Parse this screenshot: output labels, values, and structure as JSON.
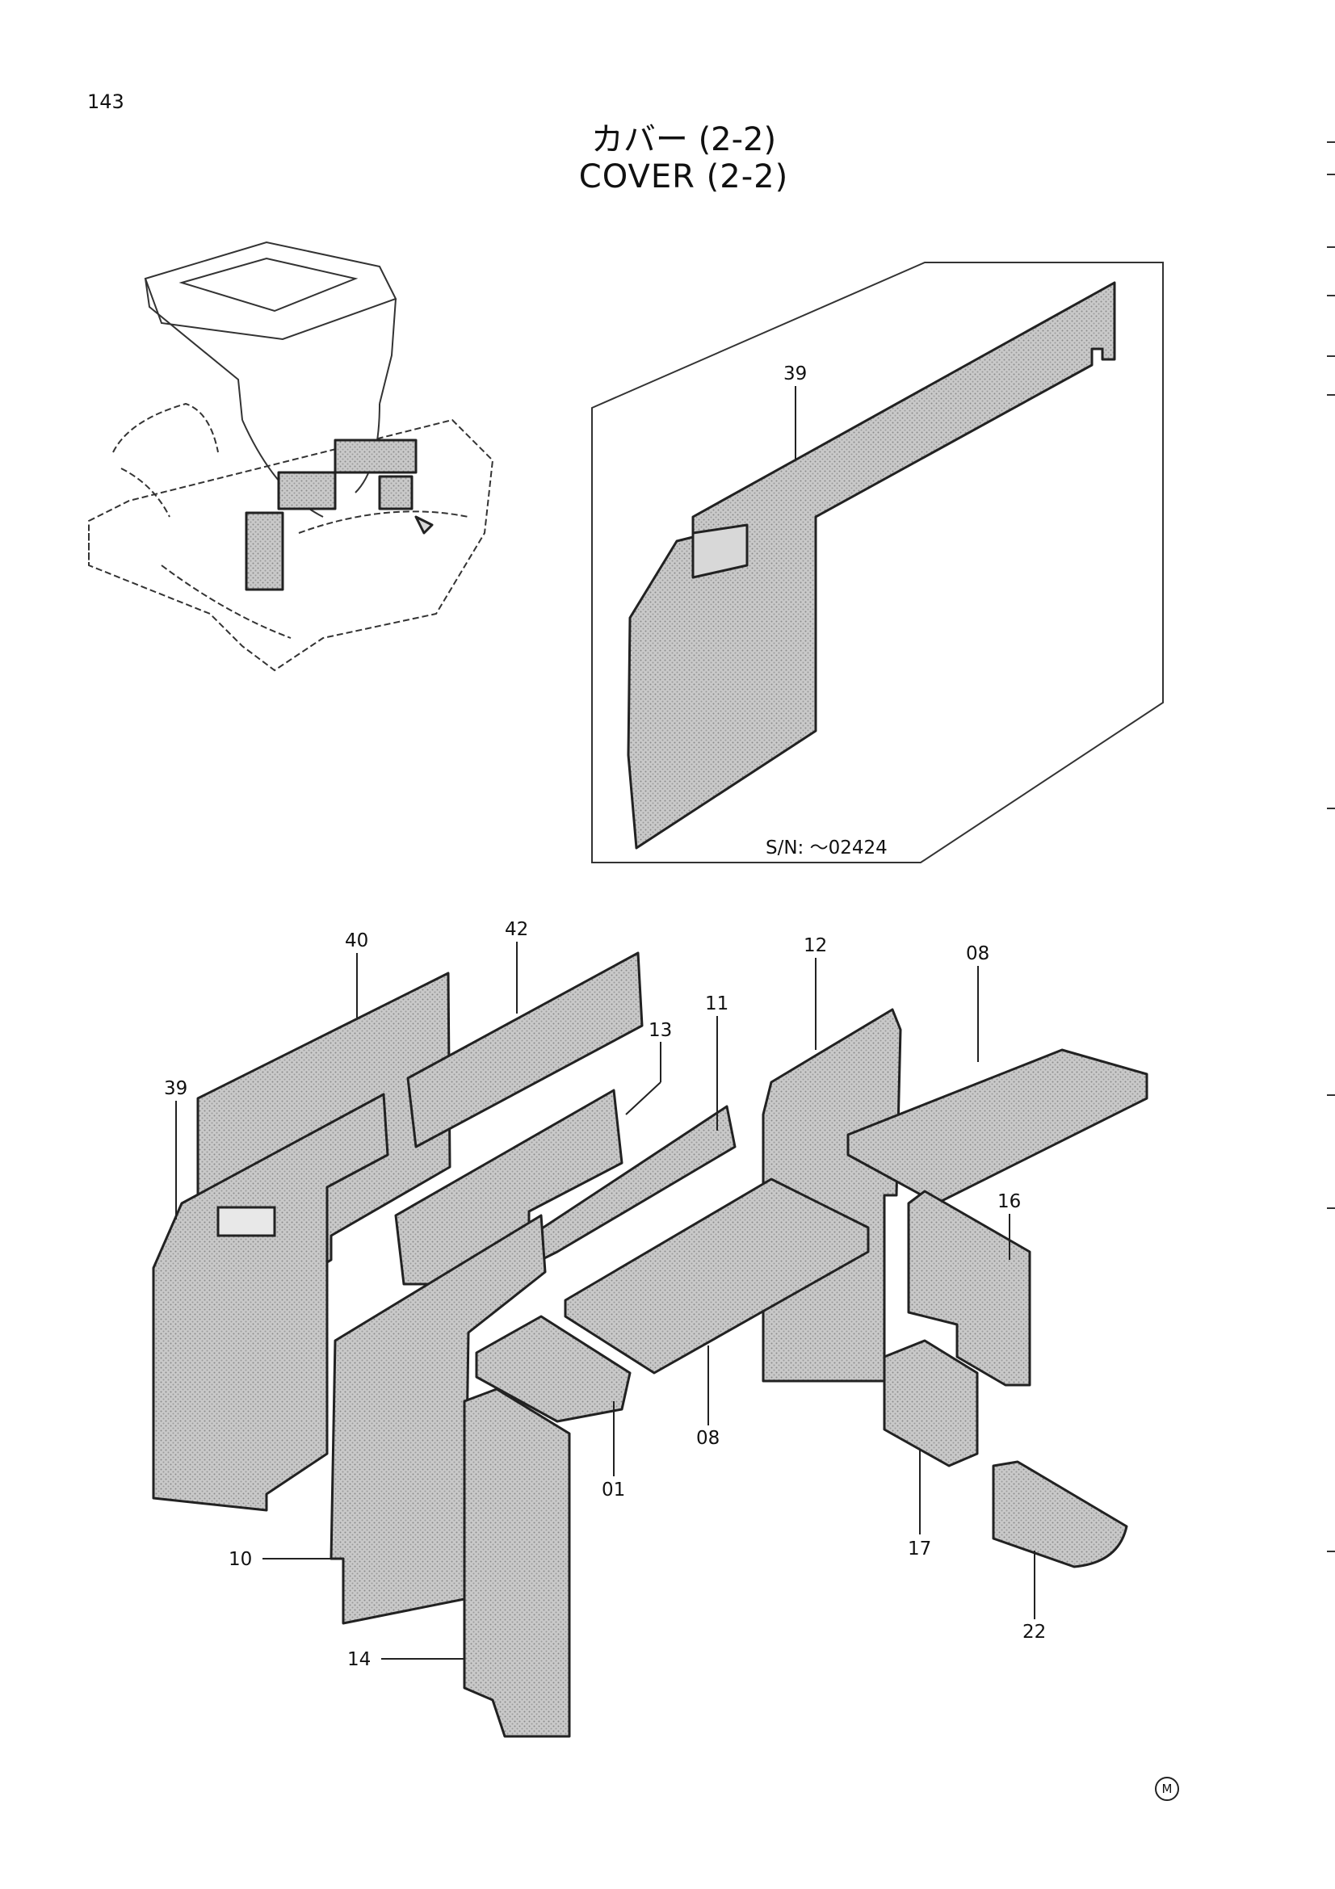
{
  "page_number": "143",
  "title_jp": "カバー (2-2)",
  "title_en": "COVER (2-2)",
  "serial_note": "S/N: ～02424",
  "maker_mark": "M",
  "callouts": [
    "39",
    "40",
    "42",
    "13",
    "11",
    "12",
    "08",
    "16",
    "01",
    "10",
    "14",
    "17",
    "22"
  ],
  "labels": {
    "inset_39": "39",
    "p39": "39",
    "p40": "40",
    "p42": "42",
    "p13": "13",
    "p11": "11",
    "p12": "12",
    "p08_top": "08",
    "p08_bottom": "08",
    "p16": "16",
    "p01": "01",
    "p10": "10",
    "p14": "14",
    "p17": "17",
    "p22": "22"
  }
}
